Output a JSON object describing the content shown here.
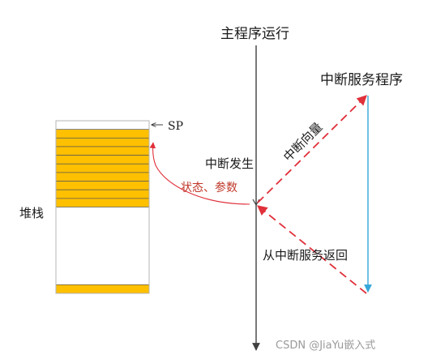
{
  "labels": {
    "main_program": "主程序运行",
    "isr": "中断服务程序",
    "sp": "SP",
    "interrupt_vector": "中断向量",
    "interrupt_occurs": "中断发生",
    "state_params": "状态、参数",
    "stack": "堆栈",
    "return_from_isr": "从中断服务返回"
  },
  "watermark": "CSDN @JiaYu嵌入式",
  "stack": {
    "total_slots": 20,
    "filled_top_slots": 9,
    "filled_bottom_slots": 1
  },
  "colors": {
    "stack_fill": "#FFC000",
    "dashed_arrow": "#E0303A",
    "isr_line": "#35A7D8",
    "red_text": "#C0392B",
    "main_line": "#404040"
  }
}
